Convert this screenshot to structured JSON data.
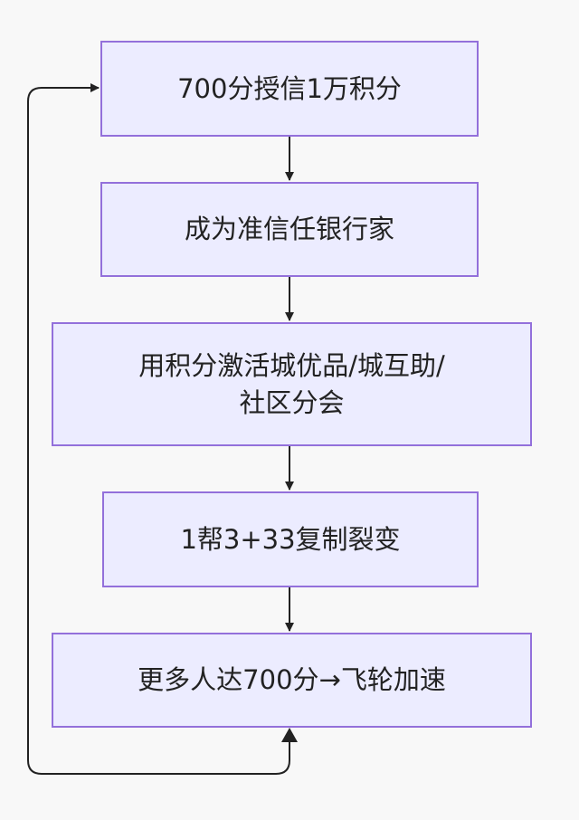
{
  "nodes": [
    {
      "label": "700分授信1万积分"
    },
    {
      "label": "成为准信任银行家"
    },
    {
      "label_line1": "用积分激活城优品/城互助/",
      "label_line2": "社区分会"
    },
    {
      "label": "1帮3+33复制裂变"
    },
    {
      "label": "更多人达700分→飞轮加速"
    }
  ],
  "colors": {
    "node_fill": "#ececff",
    "node_border": "#9370db",
    "edge": "#222222"
  }
}
